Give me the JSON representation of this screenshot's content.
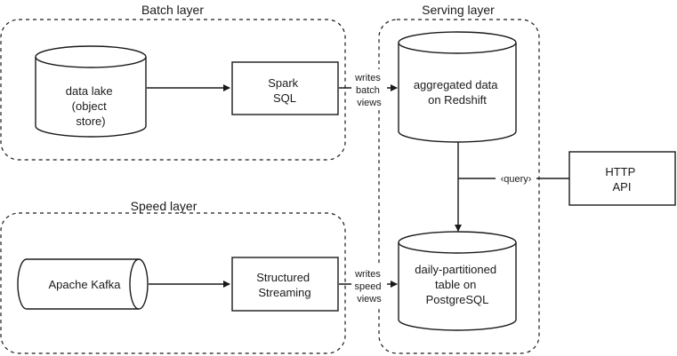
{
  "groups": {
    "batch": "Batch layer",
    "speed": "Speed layer",
    "serving": "Serving layer"
  },
  "nodes": {
    "data_lake": [
      "data lake",
      "(object",
      "store)"
    ],
    "spark_sql": [
      "Spark",
      "SQL"
    ],
    "kafka": [
      "Apache Kafka"
    ],
    "structured_streaming": [
      "Structured",
      "Streaming"
    ],
    "redshift": [
      "aggregated data",
      "on Redshift"
    ],
    "postgres": [
      "daily-partitioned",
      "table on",
      "PostgreSQL"
    ],
    "http_api": [
      "HTTP",
      "API"
    ]
  },
  "edges": {
    "writes_batch": [
      "writes",
      "batch",
      "views"
    ],
    "writes_speed": [
      "writes",
      "speed",
      "views"
    ],
    "query": "‹query›"
  }
}
